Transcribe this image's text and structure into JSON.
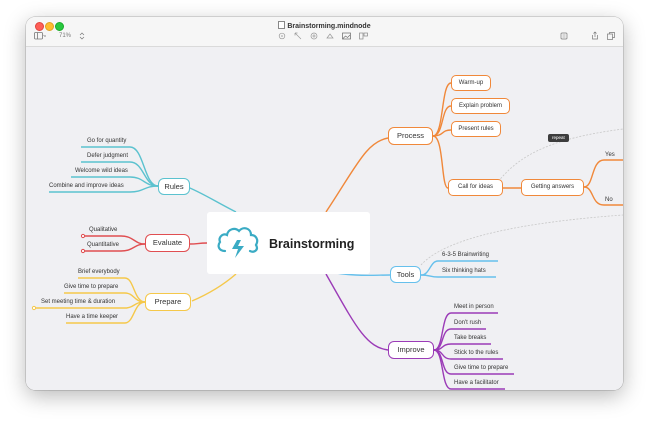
{
  "window": {
    "title": "Brainstorming.mindnode",
    "zoom": "71%"
  },
  "toolbar": {
    "left_icons": [
      "sidebar-icon",
      "chevron-down-icon",
      "stepper-icon"
    ],
    "center_icons": [
      "focus-icon",
      "connect-icon",
      "add-node-icon",
      "insert-icon",
      "image-icon",
      "outline-icon"
    ],
    "right_icons": [
      "inspector-icon",
      "share-icon",
      "copy-icon"
    ]
  },
  "mindmap": {
    "central": {
      "label": "Brainstorming",
      "icon": "brainstorm-cloud-icon",
      "color": "#3aabc4"
    },
    "rules": {
      "label": "Rules",
      "color": "#5bc2cf",
      "items": [
        "Go for quantity",
        "Defer judgment",
        "Welcome wild ideas",
        "Combine and improve ideas"
      ]
    },
    "evaluate": {
      "label": "Evaluate",
      "color": "#e04e51",
      "items": [
        "Qualitative",
        "Quantitative"
      ]
    },
    "prepare": {
      "label": "Prepare",
      "color": "#f5c84a",
      "items": [
        "Brief everybody",
        "Give time to prepare",
        "Set meeting time & duration",
        "Have a time keeper"
      ]
    },
    "process": {
      "label": "Process",
      "color": "#f0883a",
      "items": [
        "Warm-up",
        "Explain problem",
        "Present rules",
        "Call for ideas"
      ],
      "sub": {
        "label": "Getting answers",
        "branches": [
          "Yes",
          "No"
        ]
      },
      "badge": "repeat"
    },
    "tools": {
      "label": "Tools",
      "color": "#66c0ec",
      "items": [
        "6-3-5 Brainwriting",
        "Six thinking hats"
      ]
    },
    "improve": {
      "label": "Improve",
      "color": "#9b3bb7",
      "items": [
        "Meet in person",
        "Don't rush",
        "Take breaks",
        "Stick to the rules",
        "Give time to prepare",
        "Have a facilitator"
      ]
    }
  }
}
